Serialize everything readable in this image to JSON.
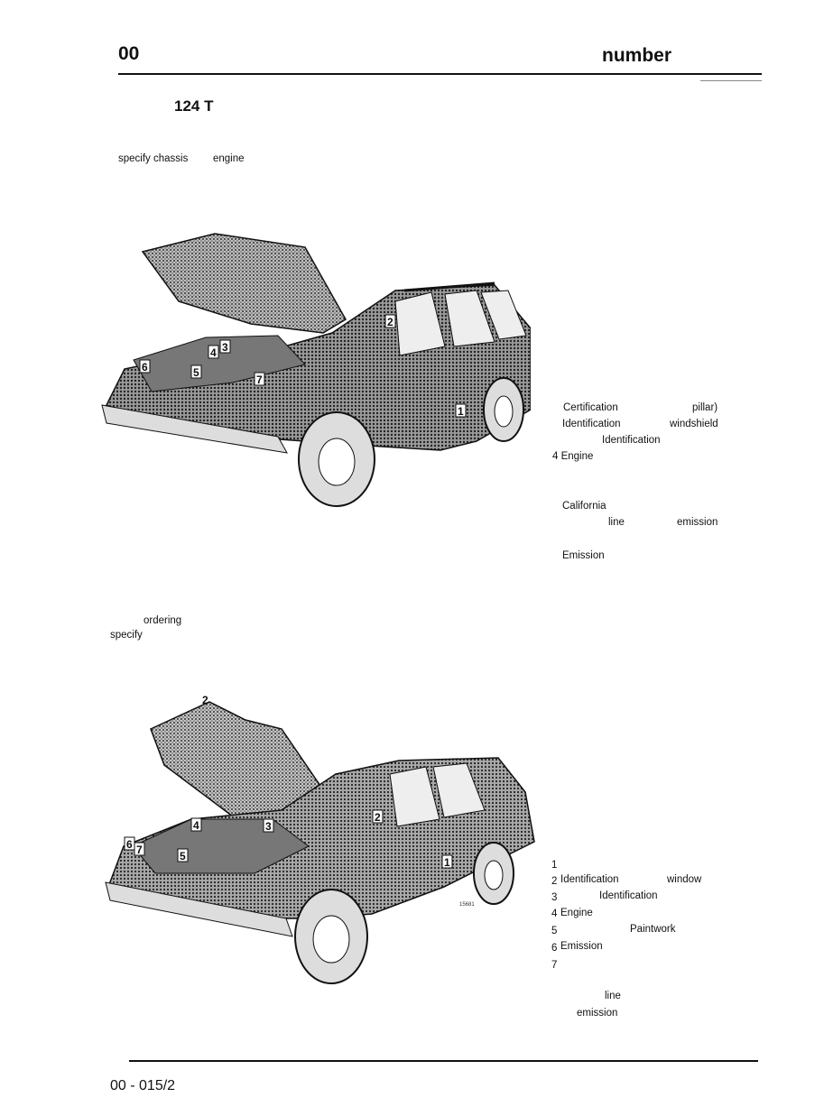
{
  "header": {
    "section": "00",
    "title": "number"
  },
  "section1": {
    "heading": "124 T",
    "intro_words": [
      "specify chassis",
      "engine"
    ],
    "figure_code": "",
    "labels": [
      {
        "text": "Certification"
      },
      {
        "text": "pillar)"
      },
      {
        "text": "Identification"
      },
      {
        "text": "windshield"
      },
      {
        "text": "Identification"
      },
      {
        "text": "4 Engine"
      },
      {
        "text": "California"
      },
      {
        "text": "line"
      },
      {
        "text": "emission"
      },
      {
        "text": "Emission"
      }
    ],
    "callouts": [
      "2",
      "4",
      "3",
      "6",
      "5",
      "7",
      "1"
    ]
  },
  "section2": {
    "intro_words": [
      "ordering",
      "specify"
    ],
    "labels": [
      {
        "num": "1",
        "text": ""
      },
      {
        "num": "2",
        "text": "Identification",
        "extra": "window"
      },
      {
        "num": "3",
        "text": "Identification"
      },
      {
        "num": "4",
        "text": "Engine"
      },
      {
        "num": "5",
        "text": "Paintwork"
      },
      {
        "num": "6",
        "text": "Emission"
      },
      {
        "num": "7",
        "text": ""
      }
    ],
    "tail": [
      "line",
      "emission"
    ],
    "figure_code": "15681",
    "callouts": [
      "2",
      "4",
      "3",
      "6",
      "7",
      "5",
      "2",
      "1"
    ]
  },
  "footer": {
    "page": "00 - 015/2"
  }
}
